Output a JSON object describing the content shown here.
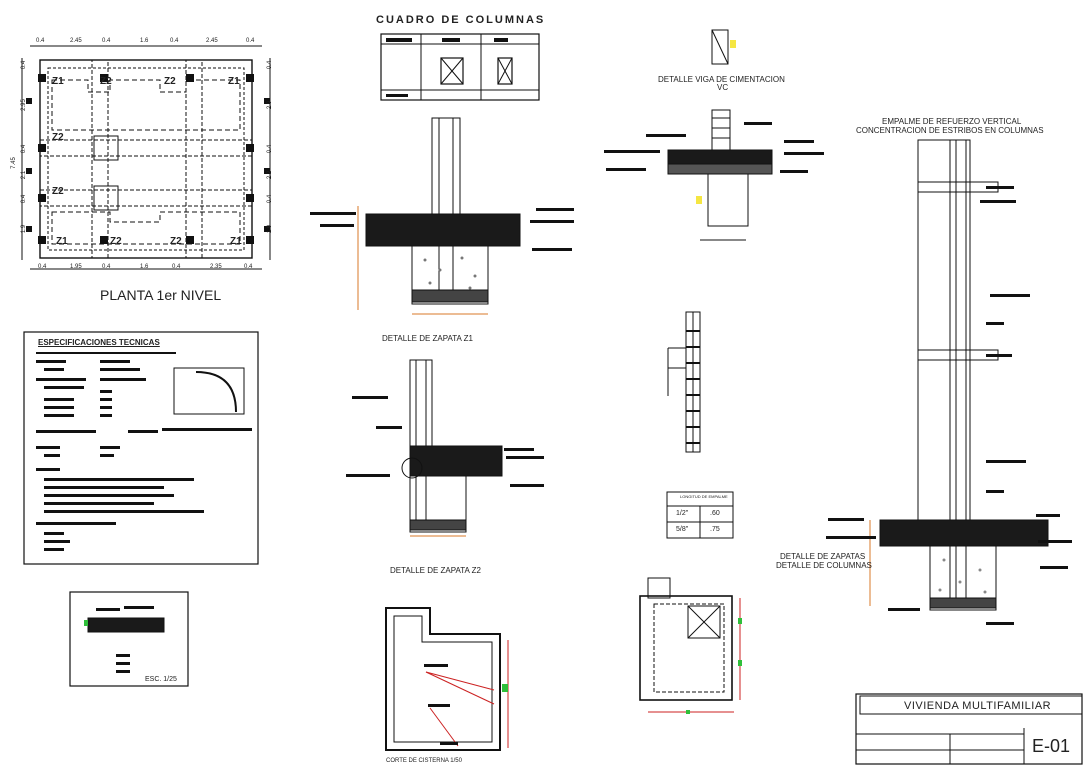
{
  "sheet": {
    "cuadro_title": "CUADRO DE COLUMNAS",
    "planta_title": "PLANTA 1er NIVEL",
    "zapata_labels": [
      "Z1",
      "Z2",
      "Z2",
      "Z1",
      "Z2",
      "Z2",
      "Z1",
      "Z2",
      "Z2",
      "Z1"
    ],
    "dim_top": [
      "0.4",
      "2.45",
      "0.4",
      "1.6",
      "0.4",
      "2.45",
      "0.4"
    ],
    "dim_bottom": [
      "0.4",
      "1.95",
      "0.4",
      "1.6",
      "0.4",
      "2.35",
      "0.4"
    ],
    "dim_left": [
      "0.4",
      "2.95",
      "0.4",
      "2.1",
      "0.4",
      "1.9"
    ],
    "dim_right": [
      "0.4",
      "2.9",
      "0.4",
      "2.2",
      "0.4",
      "1.9"
    ],
    "overall_left": "7.45",
    "detalle_z1": "DETALLE DE ZAPATA Z1",
    "detalle_z2": "DETALLE DE ZAPATA Z2",
    "detalle_viga_line1": "DETALLE VIGA DE CIMENTACION",
    "detalle_viga_line2": "VC",
    "empalme_line1": "EMPALME DE REFUERZO VERTICAL",
    "empalme_line2": "CONCENTRACION DE ESTRIBOS EN COLUMNAS",
    "detalle_zapatas_line1": "DETALLE DE ZAPATAS",
    "detalle_zapatas_line2": "DETALLE DE COLUMNAS",
    "especificaciones_title": "ESPECIFICACIONES TECNICAS",
    "escala": "ESC. 1/25",
    "empalme_table": {
      "header": "LONGITUD DE EMPALME",
      "rows": [
        [
          "1/2\"",
          ".60"
        ],
        [
          "5/8\"",
          ".75"
        ]
      ]
    },
    "corte_label": "CORTE DE CISTERNA 1/50",
    "project_title": "VIVIENDA MULTIFAMILIAR",
    "sheet_number": "E-01"
  },
  "colors": {
    "line": "#111111",
    "dim_red": "#cc2222",
    "accent_orange": "#d9782a",
    "accent_green": "#2fbf3a",
    "accent_yellow": "#f5e642"
  }
}
